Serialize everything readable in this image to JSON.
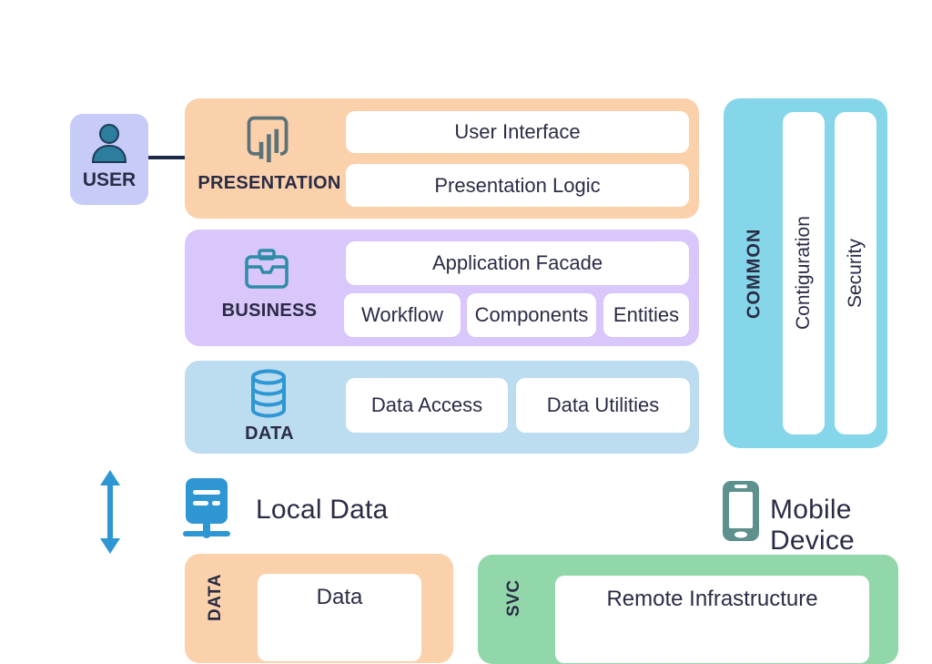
{
  "colors": {
    "peach": "#fbd1ab",
    "lavender": "#c6cbf8",
    "purple": "#d9c6fa",
    "lightblue": "#bcdcf0",
    "cyan": "#85d6e9",
    "mint": "#92d7aa",
    "blue": "#2e96d3",
    "teal": "#2d7d9e",
    "teal_stroke": "#2d8ca6",
    "slate": "#5b7279",
    "phone_teal": "#5e908d",
    "text": "#2a2c45",
    "connector": "#1d2b49"
  },
  "user": {
    "label": "USER"
  },
  "presentation": {
    "label": "PRESENTATION",
    "items": [
      "User Interface",
      "Presentation Logic"
    ]
  },
  "business": {
    "label": "BUSINESS",
    "facade": "Application Facade",
    "items": [
      "Workflow",
      "Components",
      "Entities"
    ]
  },
  "data_layer": {
    "label": "DATA",
    "items": [
      "Data Access",
      "Data Utilities"
    ]
  },
  "common": {
    "label": "COMMON",
    "items": [
      "Contiguration",
      "Security"
    ]
  },
  "middle": {
    "local_data": "Local Data",
    "mobile_device": "Mobile Device"
  },
  "bottom": {
    "data": {
      "label": "DATA",
      "item": "Data"
    },
    "svc": {
      "label": "SVC",
      "item": "Remote Infrastructure"
    }
  },
  "icons": {
    "user": "person-icon",
    "presentation": "presentation-chart-icon",
    "business": "briefcase-icon",
    "data": "database-icon",
    "local_data": "server-icon",
    "mobile_device": "smartphone-icon",
    "sync": "vertical-double-arrow-icon"
  }
}
